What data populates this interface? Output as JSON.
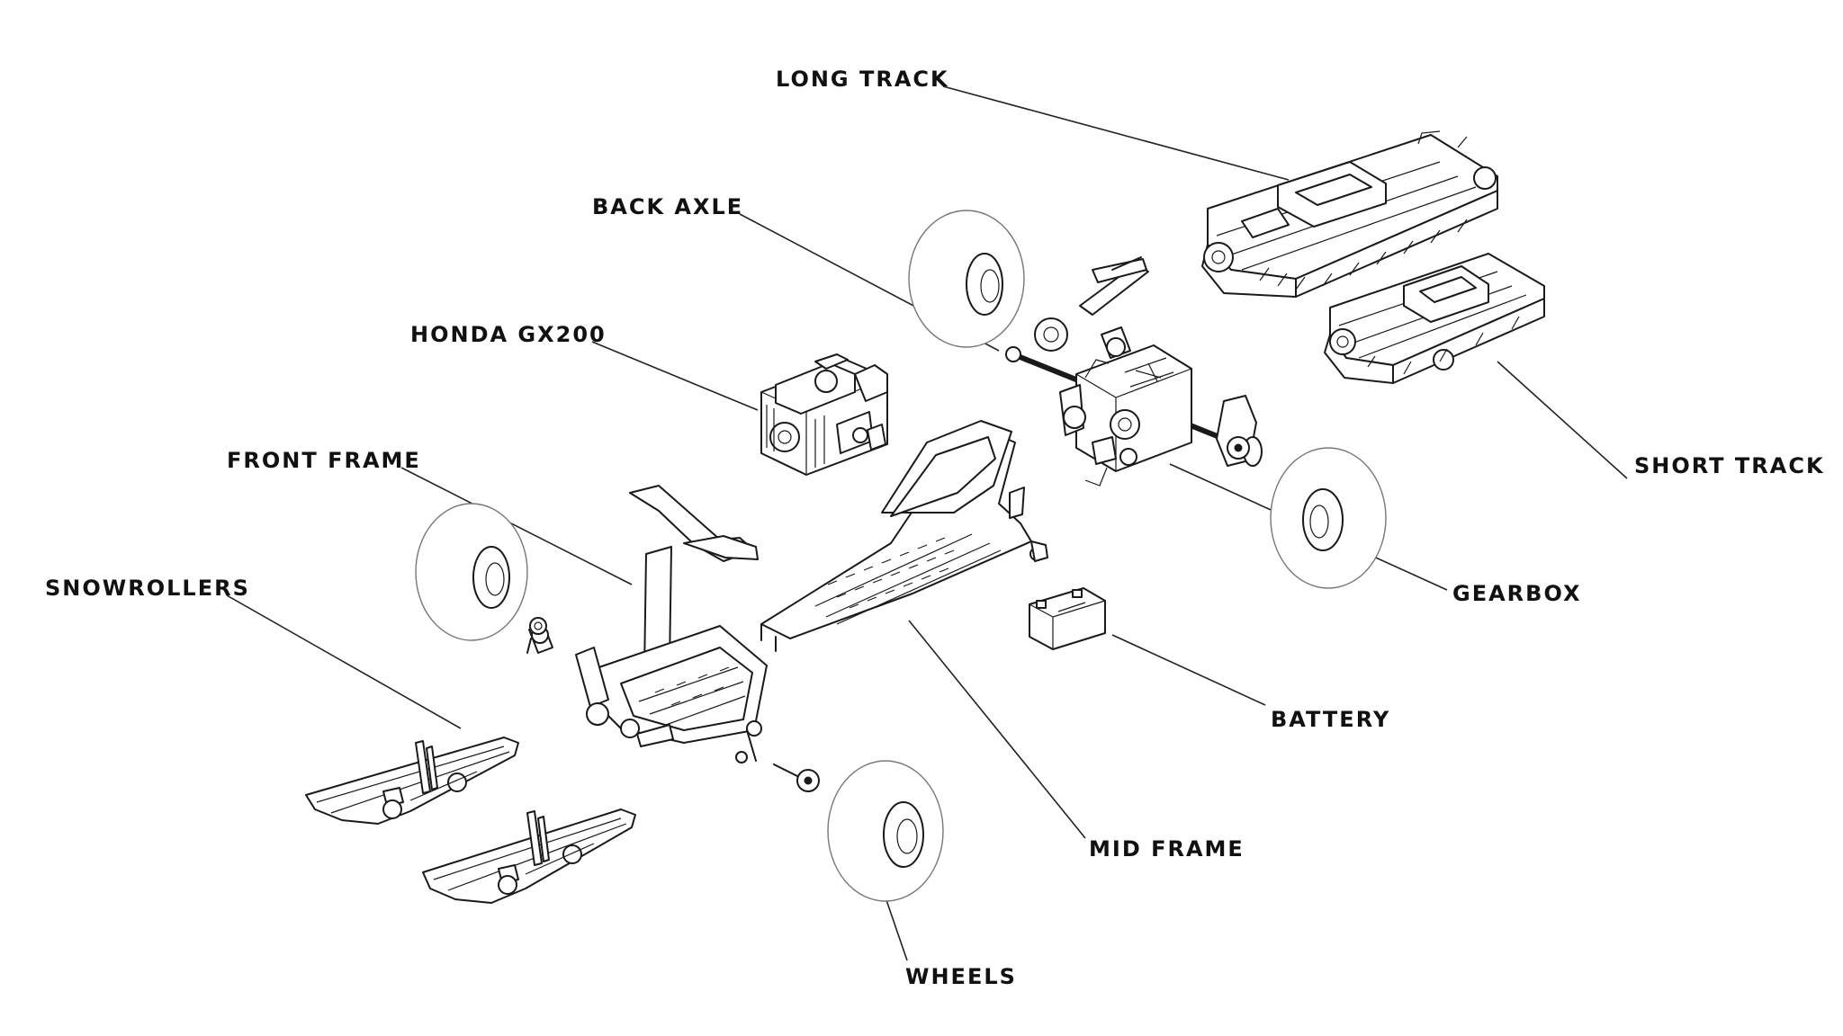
{
  "labels": {
    "long_track": "LONG TRACK",
    "back_axle": "BACK AXLE",
    "honda_gx200": "HONDA GX200",
    "front_frame": "FRONT FRAME",
    "snowrollers": "SNOWROLLERS",
    "short_track": "SHORT TRACK",
    "gearbox": "GEARBOX",
    "battery": "BATTERY",
    "mid_frame": "MID FRAME",
    "wheels": "WHEELS"
  },
  "colors": {
    "line": "#1a1a1a",
    "text": "#111111",
    "tire_outline": "#777777",
    "background": "#ffffff"
  }
}
